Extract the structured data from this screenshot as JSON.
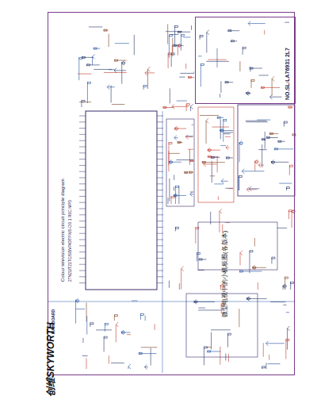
{
  "diagram": {
    "title": "Colour television electric circuit principle diagram",
    "nodes": [
      {
        "text": [
          "MAINBOARD"
        ]
      },
      {
        "text": [
          "NO.SL LA76931 2L7"
        ],
        "in": 0
      }
    ],
    "labels": [
      "创维SKYWORTH",
      "27N21/T21TC/S8/VP/OTPX/S-DS 1 R0C MPS",
      "微型电视中的小机板图(各版本)"
    ]
  }
}
